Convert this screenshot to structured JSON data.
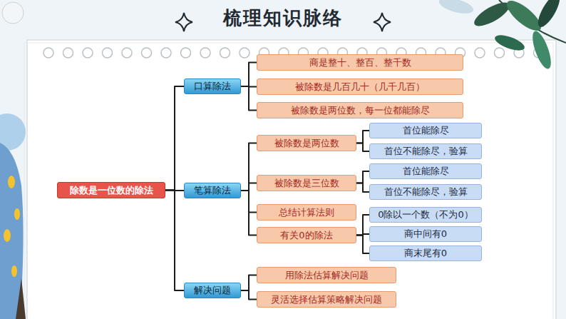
{
  "diagram": {
    "title": "梳理知识脉络",
    "nodes": [
      {
        "text": [
          "除数是一位数的除法"
        ]
      },
      {
        "text": [
          "口算除法"
        ]
      },
      {
        "text": [
          "商是整十、整百、整千数"
        ]
      },
      {
        "text": [
          "被除数是几百几十（几千几百）"
        ]
      },
      {
        "text": [
          "被除数是两位数，每一位都能除尽"
        ]
      },
      {
        "text": [
          "笔算除法"
        ]
      },
      {
        "text": [
          "被除数是两位数"
        ]
      },
      {
        "text": [
          "首位能除尽"
        ]
      },
      {
        "text": [
          "首位不能除尽，验算"
        ]
      },
      {
        "text": [
          "被除数是三位数"
        ]
      },
      {
        "text": [
          "首位能除尽"
        ]
      },
      {
        "text": [
          "首位不能除尽，验算"
        ]
      },
      {
        "text": [
          "总结计算法则"
        ]
      },
      {
        "text": [
          "有关0的除法"
        ]
      },
      {
        "text": [
          "0除以一个数（不为0）"
        ]
      },
      {
        "text": [
          "商中间有0"
        ]
      },
      {
        "text": [
          "商末尾有0"
        ]
      },
      {
        "text": [
          "解决问题"
        ]
      },
      {
        "text": [
          "用除法估算解决问题"
        ]
      },
      {
        "text": [
          "灵活选择估算策略解决问题"
        ]
      }
    ],
    "edges": [
      {
        "from": 0,
        "to": 1,
        "arrow": "none"
      },
      {
        "from": 0,
        "to": 5,
        "arrow": "none"
      },
      {
        "from": 0,
        "to": 17,
        "arrow": "none"
      },
      {
        "from": 1,
        "to": 2,
        "arrow": "none"
      },
      {
        "from": 1,
        "to": 3,
        "arrow": "none"
      },
      {
        "from": 1,
        "to": 4,
        "arrow": "none"
      },
      {
        "from": 5,
        "to": 6,
        "arrow": "none"
      },
      {
        "from": 5,
        "to": 9,
        "arrow": "none"
      },
      {
        "from": 5,
        "to": 12,
        "arrow": "none"
      },
      {
        "from": 5,
        "to": 13,
        "arrow": "none"
      },
      {
        "from": 6,
        "to": 7,
        "arrow": "none"
      },
      {
        "from": 6,
        "to": 8,
        "arrow": "none"
      },
      {
        "from": 9,
        "to": 10,
        "arrow": "none"
      },
      {
        "from": 9,
        "to": 11,
        "arrow": "none"
      },
      {
        "from": 13,
        "to": 14,
        "arrow": "none"
      },
      {
        "from": 13,
        "to": 15,
        "arrow": "none"
      },
      {
        "from": 13,
        "to": 16,
        "arrow": "none"
      },
      {
        "from": 17,
        "to": 18,
        "arrow": "none"
      },
      {
        "from": 17,
        "to": 19,
        "arrow": "none"
      }
    ]
  }
}
